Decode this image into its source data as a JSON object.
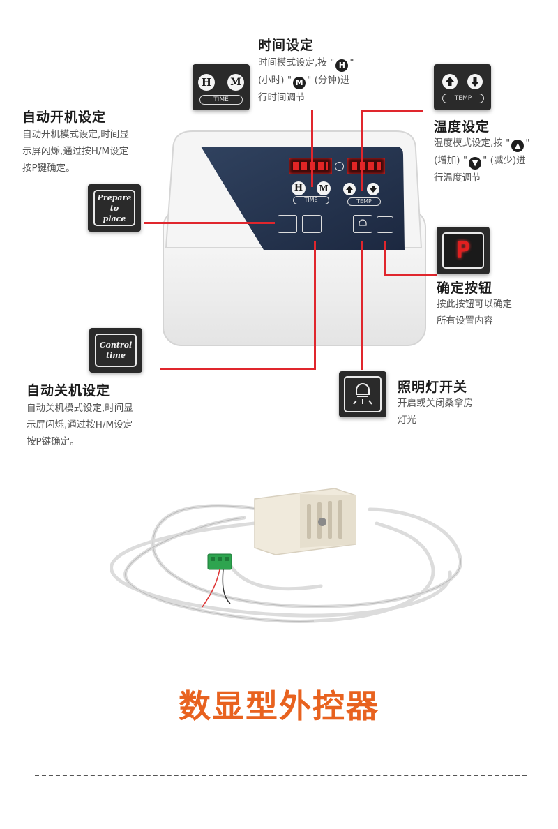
{
  "labels": {
    "time": {
      "title": "时间设定",
      "desc_prefix": "时间模式设定,按",
      "key_h": "H",
      "paren_h": "(小时)",
      "key_m": "M",
      "paren_m": "(分钟)进",
      "desc_line3": "行时间调节"
    },
    "temp": {
      "title": "温度设定",
      "desc_prefix": "温度模式设定,按",
      "paren_up": "(增加)",
      "paren_down": "(减少)进",
      "desc_line3": "行温度调节"
    },
    "auto_on": {
      "title": "自动开机设定",
      "line1": "自动开机模式设定,时间显",
      "line2": "示屏闪烁,通过按H/M设定",
      "line3": "按P键确定。"
    },
    "auto_off": {
      "title": "自动关机设定",
      "line1": "自动关机模式设定,时间显",
      "line2": "示屏闪烁,通过按H/M设定",
      "line3": "按P键确定。"
    },
    "confirm": {
      "title": "确定按钮",
      "line1": "按此按钮可以确定",
      "line2": "所有设置内容"
    },
    "light": {
      "title": "照明灯开关",
      "line1": "开启或关闭桑拿房",
      "line2": "灯光"
    }
  },
  "icons": {
    "time_icon": {
      "key_h": "H",
      "key_m": "M",
      "caption": "TIME"
    },
    "temp_icon": {
      "caption": "TEMP"
    },
    "prepare_icon": {
      "line1": "Prepare",
      "line2": "to",
      "line3": "place"
    },
    "control_icon": {
      "line1": "Control",
      "line2": "time"
    },
    "confirm_icon": {
      "glyph": "P"
    }
  },
  "panel": {
    "time_caption": "TIME",
    "temp_caption": "TEMP",
    "key_h": "H",
    "key_m": "M"
  },
  "headline": "数显型外控器",
  "colors": {
    "accent_red": "#e0262d",
    "headline_orange": "#e8621f",
    "display_red": "#ff2a2a"
  }
}
